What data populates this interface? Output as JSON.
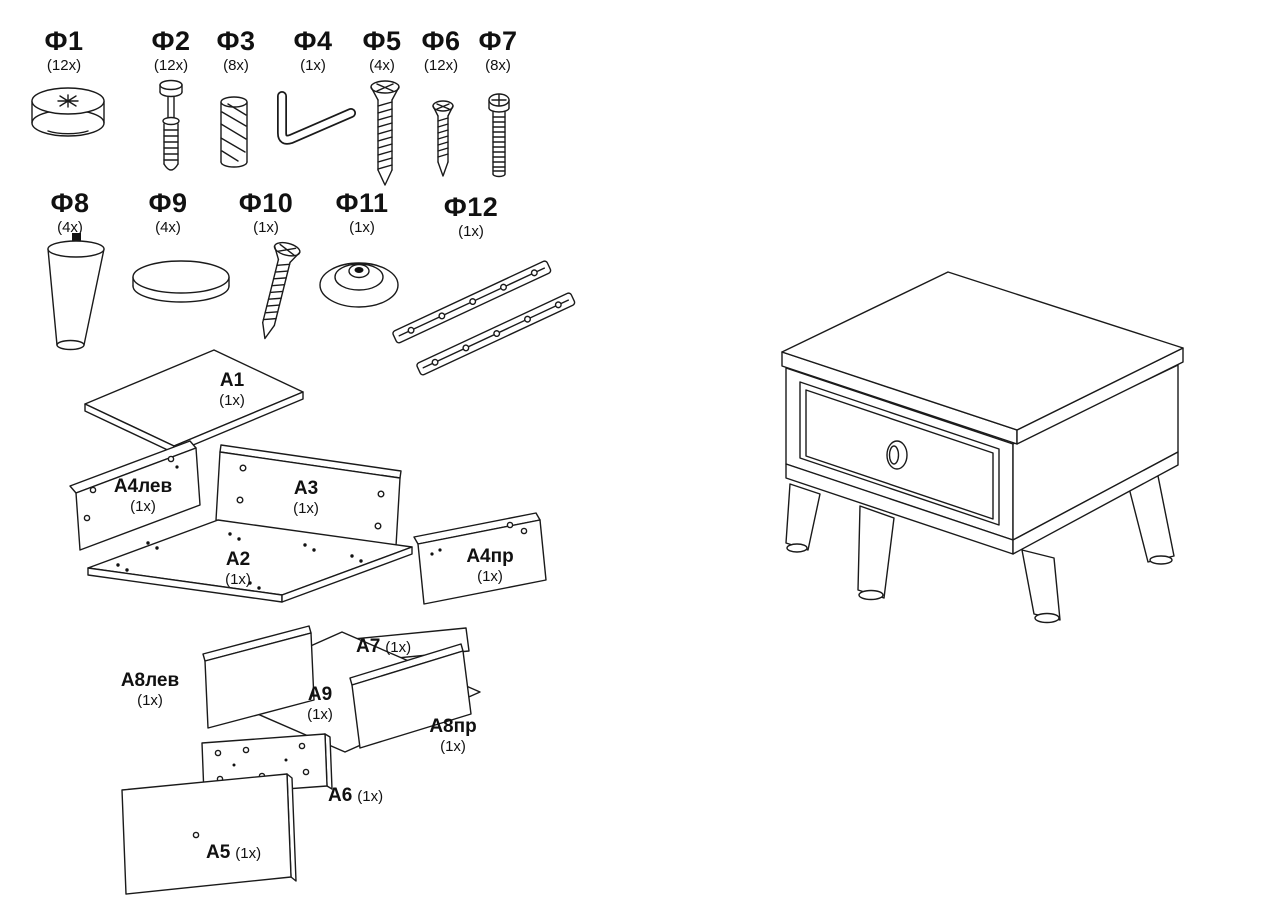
{
  "colors": {
    "line": "#1a1a1a",
    "background": "#ffffff"
  },
  "hardware": [
    {
      "id": "Ф1",
      "qty": "(12x)",
      "type": "cam-lock"
    },
    {
      "id": "Ф2",
      "qty": "(12x)",
      "type": "cam-bolt"
    },
    {
      "id": "Ф3",
      "qty": "(8x)",
      "type": "wood-dowel"
    },
    {
      "id": "Ф4",
      "qty": "(1x)",
      "type": "allen-key"
    },
    {
      "id": "Ф5",
      "qty": "(4x)",
      "type": "screw"
    },
    {
      "id": "Ф6",
      "qty": "(12x)",
      "type": "small-screw"
    },
    {
      "id": "Ф7",
      "qty": "(8x)",
      "type": "bolt"
    },
    {
      "id": "Ф8",
      "qty": "(4x)",
      "type": "furniture-leg"
    },
    {
      "id": "Ф9",
      "qty": "(4x)",
      "type": "round-pad"
    },
    {
      "id": "Ф10",
      "qty": "(1x)",
      "type": "long-screw"
    },
    {
      "id": "Ф11",
      "qty": "(1x)",
      "type": "knob"
    },
    {
      "id": "Ф12",
      "qty": "(1x)",
      "type": "drawer-slides"
    }
  ],
  "panels": [
    {
      "id": "A1",
      "qty": "(1x)"
    },
    {
      "id": "A4лев",
      "qty": "(1x)"
    },
    {
      "id": "A3",
      "qty": "(1x)"
    },
    {
      "id": "A2",
      "qty": "(1x)"
    },
    {
      "id": "A4пр",
      "qty": "(1x)"
    },
    {
      "id": "A7",
      "qty": "(1x)"
    },
    {
      "id": "A8лев",
      "qty": "(1x)"
    },
    {
      "id": "A9",
      "qty": "(1x)"
    },
    {
      "id": "A8пр",
      "qty": "(1x)"
    },
    {
      "id": "A6",
      "qty": "(1x)"
    },
    {
      "id": "A5",
      "qty": "(1x)"
    }
  ]
}
